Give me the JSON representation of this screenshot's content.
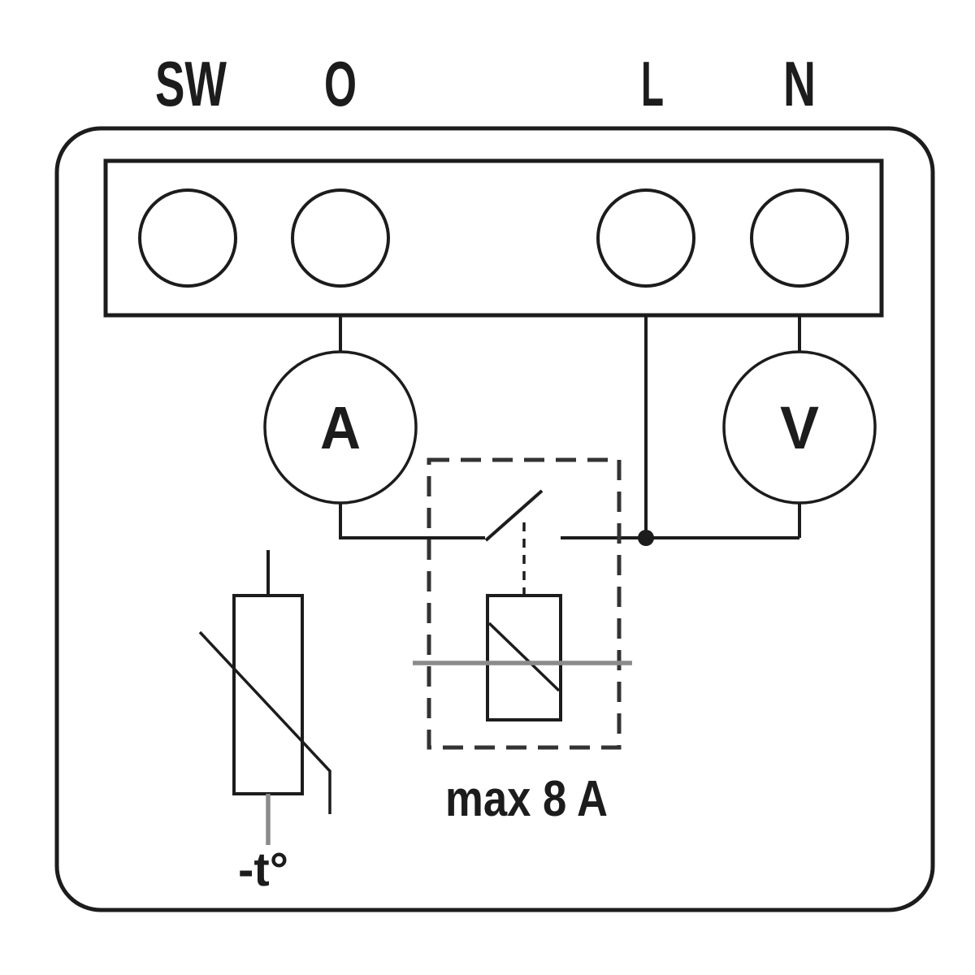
{
  "diagram": {
    "kind": "relay-switch-wiring-diagram",
    "terminal_labels": {
      "sw": "SW",
      "o": "O",
      "l": "L",
      "n": "N"
    },
    "ammeter_label": "A",
    "voltmeter_label": "V",
    "relay_rating_label": "max 8 A",
    "thermistor_label": "-t°",
    "colors": {
      "ink": "#1c1c1c",
      "gray_wire": "#8b8b8b",
      "dashed_box": "#333333",
      "background": "#ffffff"
    }
  }
}
